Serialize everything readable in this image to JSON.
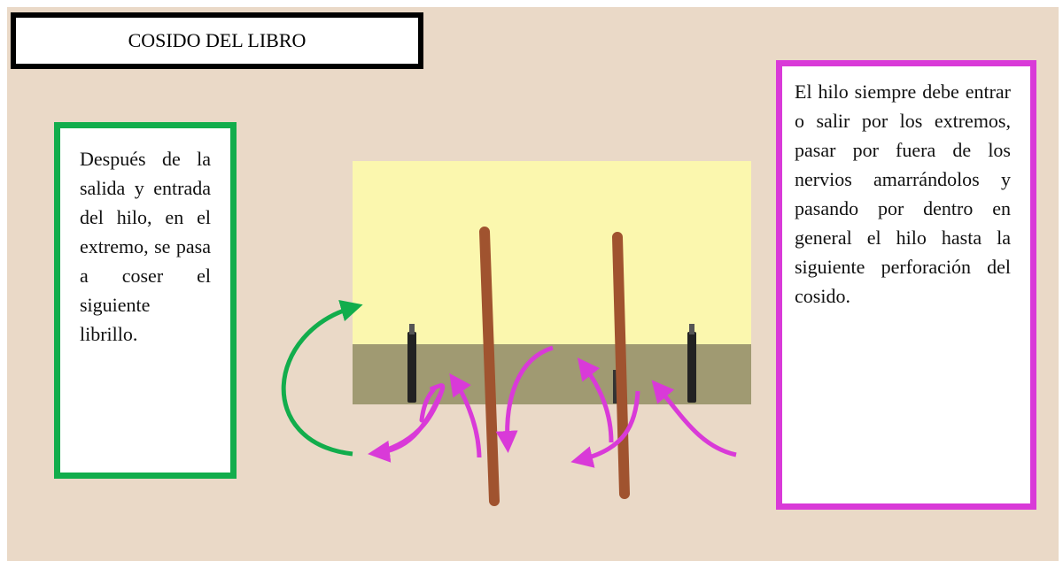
{
  "title": "COSIDO DEL LIBRO",
  "left_note": "Después de la salida y entrada del hilo, en el extremo, se pasa a coser el siguiente librillo.",
  "right_note": "El hilo siempre debe entrar o salir por los extremos, pasar por fuera de los nervios amarrándolos y pasando por dentro en general el hilo hasta la siguiente perforación del cosido.",
  "colors": {
    "background": "#ead9c7",
    "title_border": "#000000",
    "left_note_border": "#12ad4c",
    "right_note_border": "#d93ad8",
    "book_top": "#fbf7ae",
    "book_spine": "#a09a72",
    "cord": "#a0532f",
    "needle": "#222222",
    "arrow_green": "#12ad4c",
    "arrow_magenta": "#d93ad8"
  }
}
